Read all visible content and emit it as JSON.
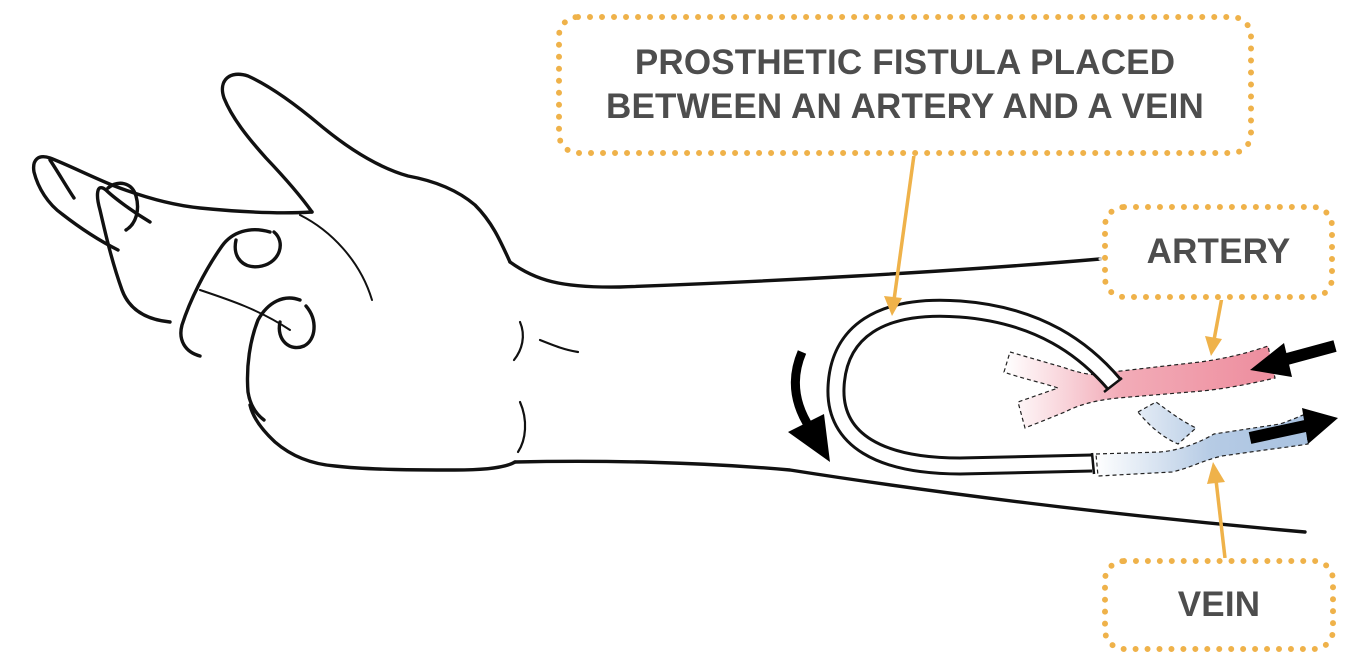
{
  "callouts": {
    "fistula": {
      "line1": "PROSTHETIC FISTULA PLACED",
      "line2": "BETWEEN AN ARTERY AND A VEIN"
    },
    "artery": "ARTERY",
    "vein": "VEIN"
  },
  "colors": {
    "callout_border": "#EFB24A",
    "callout_text": "#4d4d4d",
    "leader_line": "#EFB24A",
    "artery": "#EE90A0",
    "vein": "#A9C2E0",
    "outline": "#111111"
  },
  "icons": {
    "flow_in": "arrow-left-icon",
    "flow_out": "arrow-right-icon",
    "flow_direction": "curved-arrow-down-icon"
  }
}
